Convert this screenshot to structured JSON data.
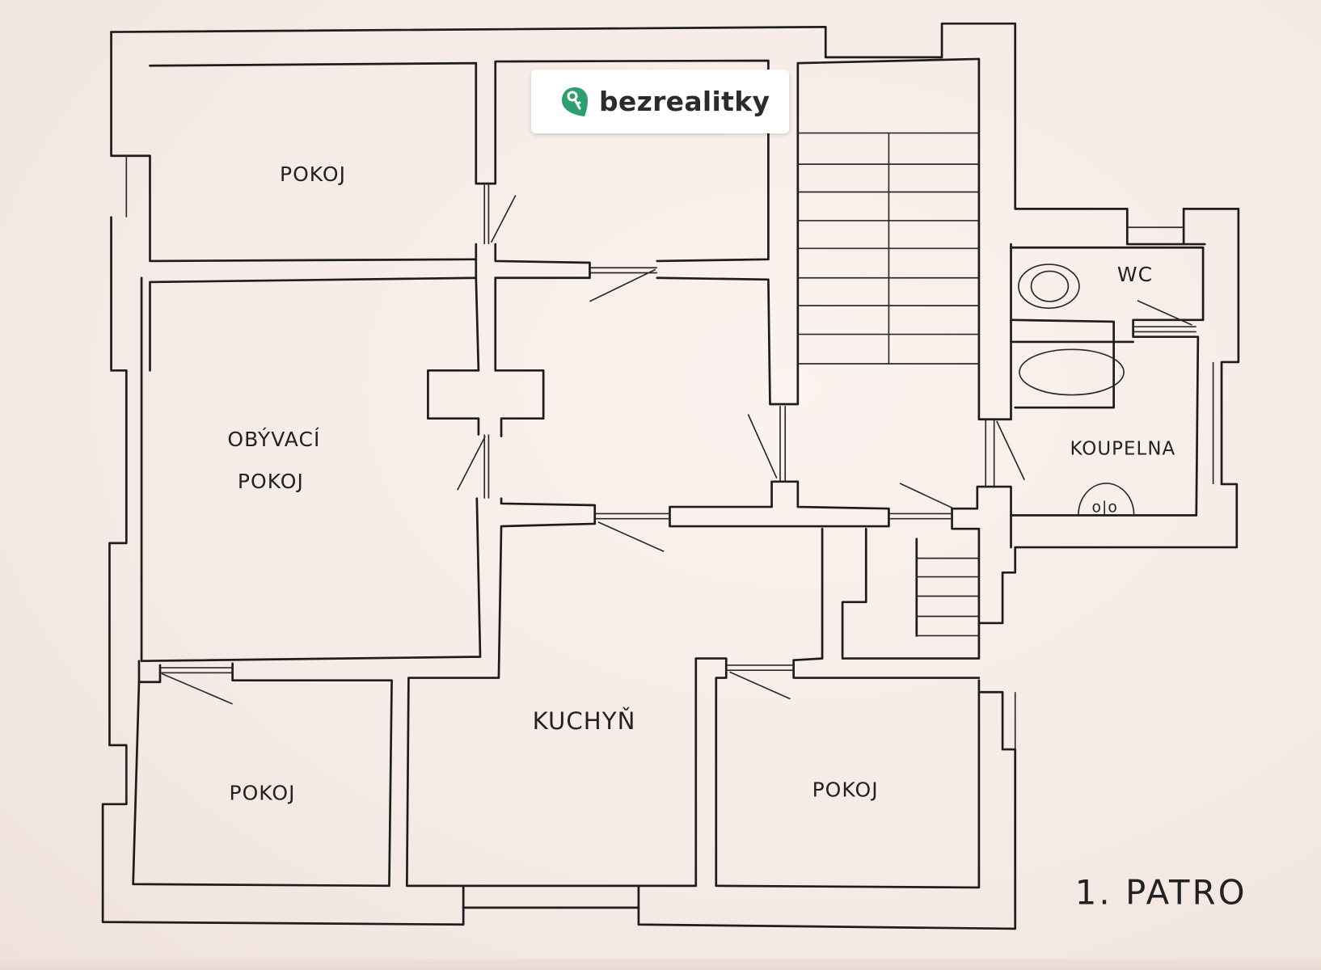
{
  "brand": {
    "name": "bezrealitky",
    "icon": "key-pin-icon",
    "accent_color": "#2d9e6e"
  },
  "floor_label": "1. PATRO",
  "rooms": [
    {
      "id": "room-top-left",
      "label": "POKOJ"
    },
    {
      "id": "living-room",
      "label_line1": "OBÝVACÍ",
      "label_line2": "POKOJ"
    },
    {
      "id": "wc",
      "label": "WC"
    },
    {
      "id": "bathroom",
      "label": "KOUPELNA"
    },
    {
      "id": "kitchen",
      "label": "KUCHYŇ"
    },
    {
      "id": "room-bottom-left",
      "label": "POKOJ"
    },
    {
      "id": "room-bottom-right",
      "label": "POKOJ"
    }
  ],
  "fixtures": {
    "sink_label": "o|o"
  }
}
